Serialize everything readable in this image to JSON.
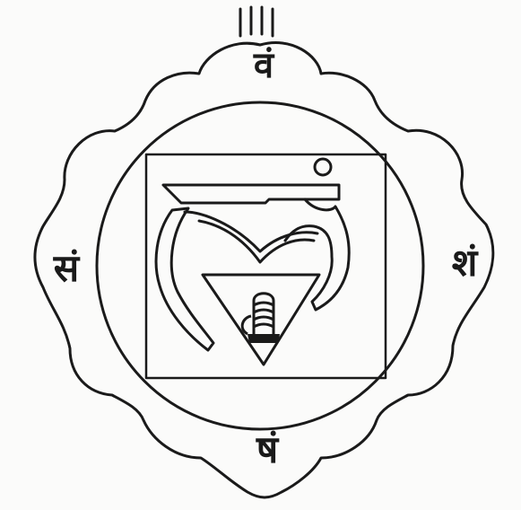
{
  "figure": {
    "petal_syllables": {
      "top": "वं",
      "left": "सं",
      "right": "शं",
      "bottom": "षं"
    },
    "colors": {
      "ink": "#1a1a1a",
      "background": "#ffffff",
      "paper_tint": "#fbfbfa"
    }
  }
}
